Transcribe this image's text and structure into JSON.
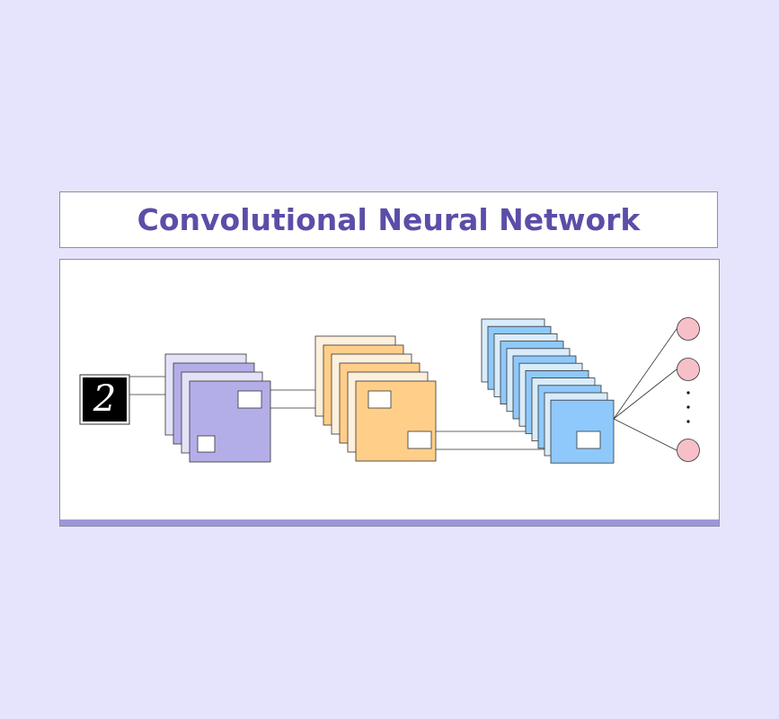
{
  "title": "Convolutional Neural Network",
  "input": {
    "digit": "2"
  },
  "colors": {
    "background": "#e6e4fd",
    "title_text": "#5a4ea8",
    "accent_bar": "#9d97d8",
    "conv1_fill": "#b4aee8",
    "conv1_light": "#e4e2f8",
    "conv2_fill": "#ffcf8a",
    "conv2_light": "#fdf0dc",
    "conv3_fill": "#8fc9fb",
    "conv3_light": "#d9ecfb",
    "output_node": "#f7c0c8",
    "stroke": "#333333"
  },
  "layers": [
    {
      "name": "input",
      "maps": 1
    },
    {
      "name": "conv1",
      "maps": 4
    },
    {
      "name": "conv2",
      "maps": 6
    },
    {
      "name": "conv3",
      "maps": 12
    },
    {
      "name": "output",
      "nodes": 3,
      "ellipsis_dots": 3
    }
  ]
}
